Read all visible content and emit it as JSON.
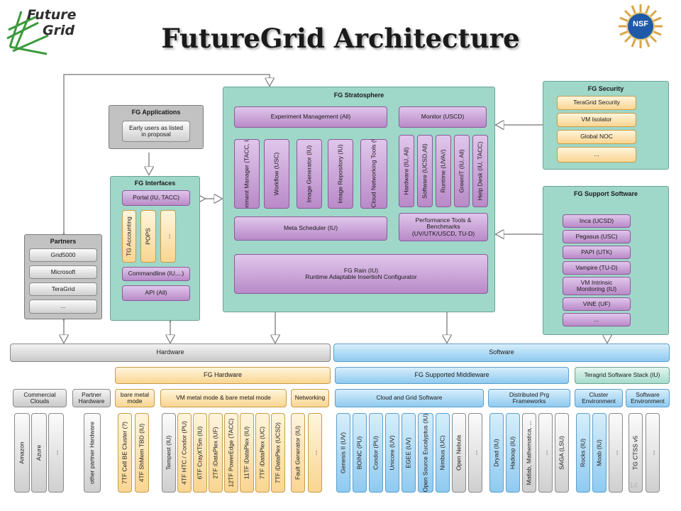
{
  "page": {
    "title": "FutureGrid Architecture",
    "page_number": "14",
    "logos": {
      "futuregrid_line1": "Future",
      "futuregrid_line2": "Grid",
      "nsf": "NSF"
    }
  },
  "colors": {
    "teal": "#9fd7c9",
    "grey": "#c2c2c2",
    "purple": "#c9a0d8",
    "orange": "#f9d591",
    "blue": "#8fcaf0"
  },
  "stratosphere": {
    "title": "FG Stratosphere",
    "experiment_management": "Experiment Management (All)",
    "monitor": "Monitor (USCD)",
    "tools": [
      "Experiment Manager (TACC, USC)",
      "Workflow (USC)",
      "Image Generator (IU)",
      "Image Repository (IU)",
      "MultiCloud Networking Tools (UFL)"
    ],
    "monitors": [
      "Hardware (IU, All)",
      "Software (UCSD,All)",
      "Runtime (UVA//)",
      "GreenIT (IU, All)",
      "Help Desk (IU, TACC)"
    ],
    "meta_scheduler": "Meta Scheduler (IU)",
    "performance_tools": "Performance Tools & Benchmarks (UV/UTK/USCD, TU-D)",
    "rain_line1": "FG Rain (IU)",
    "rain_line2": "Runtime Adaptable InsertioN Configurator"
  },
  "applications": {
    "title": "FG Applications",
    "item": "Early users as listed in proposal"
  },
  "interfaces": {
    "title": "FG Interfaces",
    "portal": "Portal (IU, TACC)",
    "vertical": [
      "TG Accounting",
      "POPS",
      "..."
    ],
    "commandline": "Commandline (IU,...)",
    "api": "API (All)"
  },
  "partners": {
    "title": "Partners",
    "items": [
      "Grid5000",
      "Microsoft",
      "TeraGrid",
      "..."
    ]
  },
  "security": {
    "title": "FG Security",
    "items": [
      "TeraGrid Security",
      "VM Isolator",
      "Global NOC",
      "..."
    ]
  },
  "support_software": {
    "title": "FG Support Software",
    "items": [
      "Inca (UCSD)",
      "Pegasus (USC)",
      "PAPI (UTK)",
      "Vampire (TU-D)",
      "VM Intrinsic Monitoring (IU)",
      "ViNE (UF)",
      "..."
    ]
  },
  "hardware": {
    "bar": "Hardware",
    "fg_hardware": "FG Hardware",
    "commercial_clouds": "Commercial Clouds",
    "partner_hardware": "Partner Hardware",
    "bare_metal_mode": "bare metal mode",
    "vm_mode": "VM metal mode & bare metal mode",
    "networking": "Networking",
    "commercial_items": [
      "Amazon",
      "Azure",
      "..."
    ],
    "partner_items": [
      "other partner Hardware"
    ],
    "bare_metal_items": [
      "7TF Cell BE Cluster (?)",
      "4TF ShMem TBD (IU)"
    ],
    "vm_items": [
      "Tempest (IU)",
      "4TF HTC / Condor (PU)",
      "6TF CrayXT5m (IU)",
      "2TF iDataPlex (UF)",
      "12TF PowerEdge (TACC)",
      "11TF iDataPlex (IU)",
      "7TF iDataPlex (UC)",
      "7TF iDataPlex (UCSD)"
    ],
    "networking_items": [
      "Fault Generator (IU)",
      "..."
    ]
  },
  "software": {
    "bar": "Software",
    "fg_supported_middleware": "FG Supported Middleware",
    "teragrid_stack": "Teragrid Software Stack (IU)",
    "cloud_grid": "Cloud and Grid Software",
    "distributed": "Distributed Prg Frameworks",
    "cluster_env": "Cluster Environment",
    "software_env": "Software Environment",
    "cloud_items": [
      "Genesis II (UV)",
      "BOINC (PU)",
      "Condor (PU)",
      "Unicore (UV)",
      "EGEE (UV)",
      "Open Source Eucalyptus (IU)",
      "Nimbus (UC)",
      "Open Nebula",
      "..."
    ],
    "distributed_items": [
      "Dryad (IU)",
      "Hadoop (IU)",
      "Matlab, Mathematica, ...",
      "...",
      "SAGA (LSU)"
    ],
    "cluster_items": [
      "Rocks (IU)",
      "Moab (IU)",
      "..."
    ],
    "software_env_items": [
      "TG CTSS v5",
      "..."
    ]
  }
}
